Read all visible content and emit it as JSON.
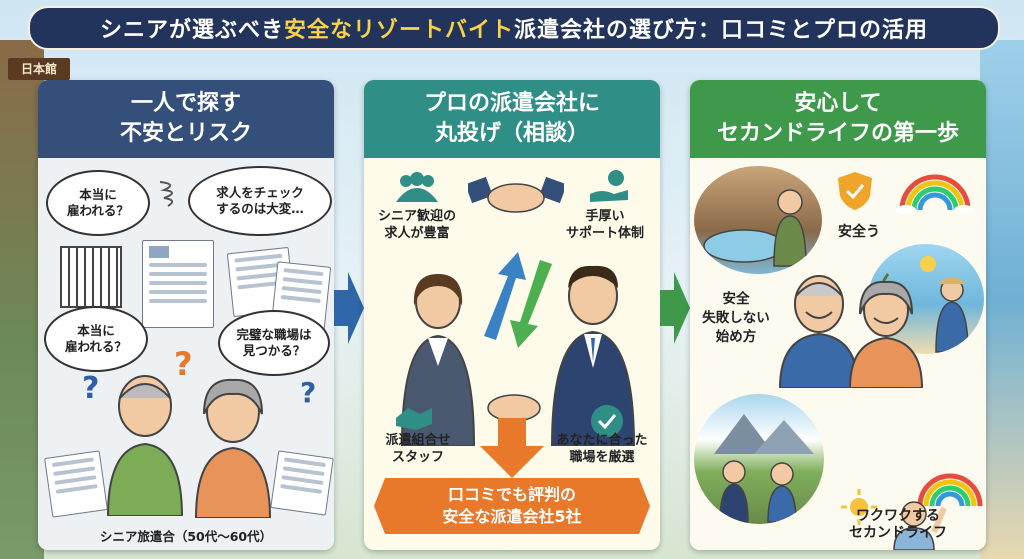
{
  "title": {
    "part1": "シニアが選ぶべき",
    "highlight": "安全なリゾートバイト",
    "part2": "派遣会社の選び方：口コミとプロの活用"
  },
  "background": {
    "sign_text": "日本館"
  },
  "panel1": {
    "heading_line1": "一人で探す",
    "heading_line2": "不安とリスク",
    "bubble1_line1": "本当に",
    "bubble1_line2": "雇われる？",
    "bubble2_line1": "求人をチェック",
    "bubble2_line2": "するのは大変…",
    "bubble3_line1": "本当に",
    "bubble3_line2": "雇われる？",
    "bubble4_line1": "完璧な職場は",
    "bubble4_line2": "見つかる？",
    "question_mark": "?",
    "caption": "シニア旅遣合（50代〜60代）"
  },
  "panel2": {
    "heading_line1": "プロの派遣会社に",
    "heading_line2": "丸投げ（相談）",
    "label_senior_line1": "シニア歓迎の",
    "label_senior_line2": "求人が豊富",
    "label_support_line1": "手厚い",
    "label_support_line2": "サポート体制",
    "label_staff_line1": "派遣組合せ",
    "label_staff_line2": "スタッフ",
    "label_match_line1": "あなたに合った",
    "label_match_line2": "職場を厳選",
    "banner_line1": "口コミでも評判の",
    "banner_line2": "安全な派遣会社5社"
  },
  "panel3": {
    "heading_line1": "安心して",
    "heading_line2": "セカンドライフの第一歩",
    "label_safe": "安全う",
    "label_start_line1": "安全",
    "label_start_line2": "失敗しない",
    "label_start_line3": "始め方",
    "label_exciting_line1": "ワクワクする",
    "label_exciting_line2": "セカンドライフ"
  },
  "colors": {
    "title_bg": "#22335c",
    "title_highlight": "#f7d24a",
    "panel1_header": "#34507a",
    "panel2_header": "#2f8f86",
    "panel3_header": "#3e9a4a",
    "arrow1": "#2e66a8",
    "arrow2": "#3e9a4a",
    "banner": "#e8782a"
  }
}
